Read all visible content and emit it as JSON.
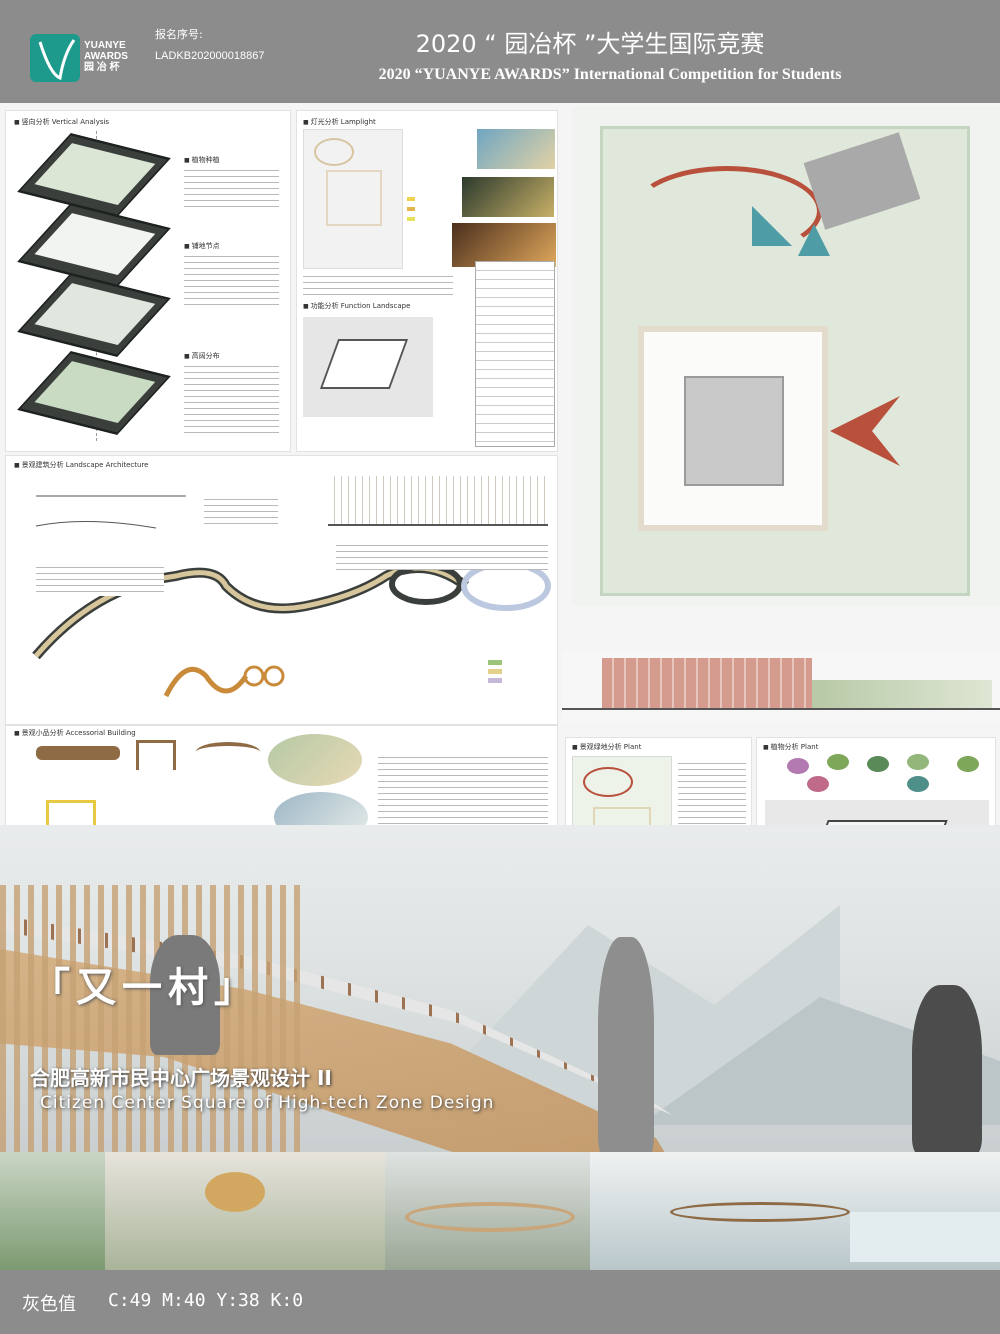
{
  "header": {
    "logo_text": "YUANYE\nAWARDS\n园 冶 杯",
    "reg_label": "报名序号:",
    "reg_no": "LADKB202000018867",
    "title_cn": "2020 “ 园冶杯 ”大学生国际竞赛",
    "title_en": "2020 “YUANYE AWARDS” International Competition for  Students"
  },
  "sections": {
    "vertical": "竖向分析 Vertical Analysis",
    "lamplight": "灯光分析 Lamplight",
    "function": "功能分析 Function Landscape",
    "landscape_arch": "景观建筑分析 Landscape Architecture",
    "accessorial": "景观小品分析 Accessorial Building",
    "plant1": "景观绿地分析 Plant",
    "plant2": "植物分析 Plant"
  },
  "vertical_notes": {
    "n1": "植物种植",
    "n2": "铺地节点",
    "n3": "高阔分布"
  },
  "hero": {
    "big_title": "「又一村」",
    "title_cn": "合肥高新市民中心广场景观设计 II",
    "title_en": "Citizen Center Square of High-tech Zone Design"
  },
  "footer": {
    "label": "灰色值",
    "value": "C:49 M:40 Y:38 K:0"
  },
  "colors": {
    "header_bg": "#8c8c8c",
    "accent_teal": "#1e9a8c",
    "bridge_wood": "#c9a57a",
    "path_red": "#b8503c"
  }
}
